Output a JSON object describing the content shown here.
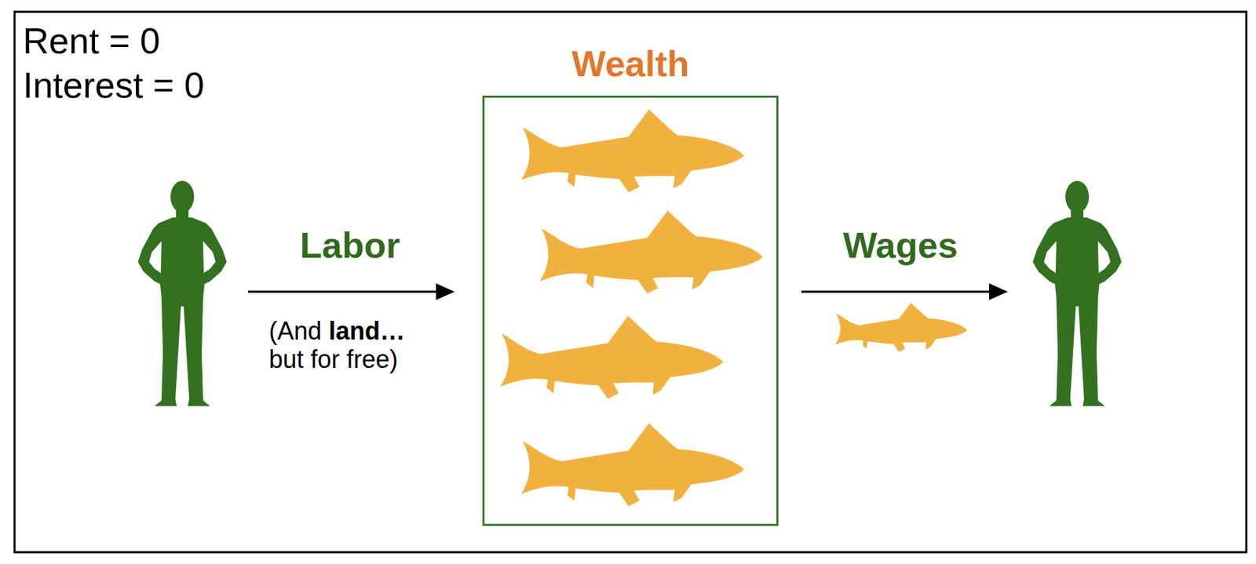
{
  "diagram": {
    "nodes": [
      {
        "text": [
          "Wealth"
        ]
      }
    ],
    "labels": [
      "Rent = 0",
      "Interest = 0",
      "Labor",
      "(And",
      "land…",
      "but for free)",
      "Wages"
    ]
  }
}
